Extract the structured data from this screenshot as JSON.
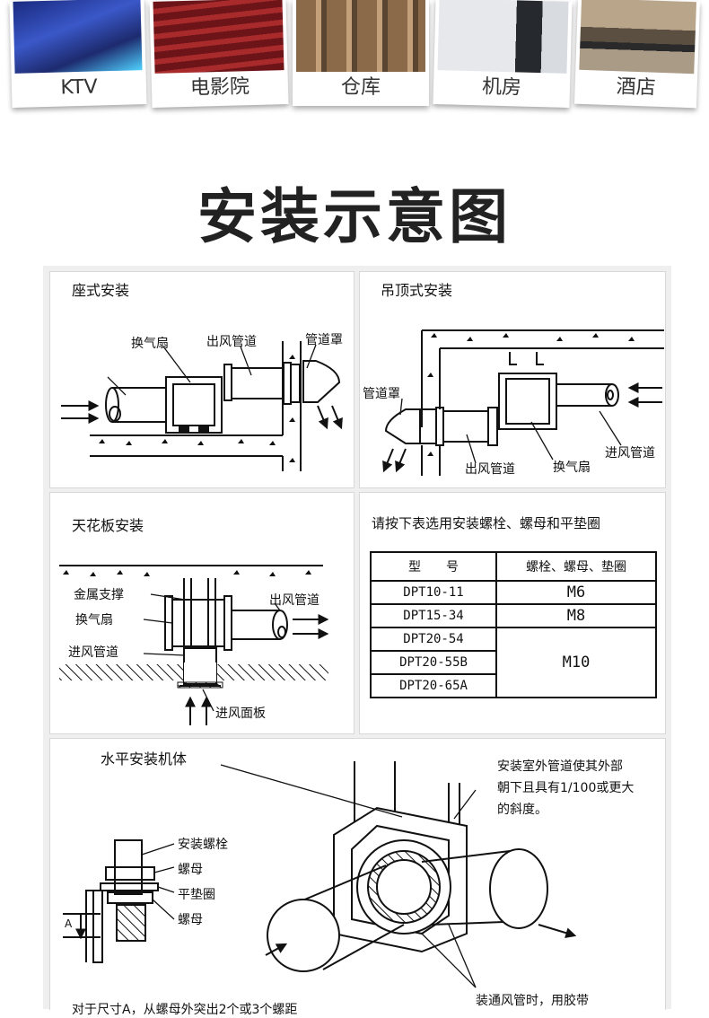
{
  "scenes": [
    {
      "label": "KTV",
      "color": "#2a3b8f",
      "accent": "#40c8ff"
    },
    {
      "label": "电影院",
      "color": "#8a1d22",
      "accent": "#d8453c"
    },
    {
      "label": "仓库",
      "color": "#7a5a3a",
      "accent": "#c99a6a"
    },
    {
      "label": "机房",
      "color": "#c9ccd2",
      "accent": "#33373d"
    },
    {
      "label": "酒店",
      "color": "#8a7c6a",
      "accent": "#2d2d2d"
    }
  ],
  "title": "安装示意图",
  "seat": {
    "title": "座式安装",
    "fan": "换气扇",
    "outlet": "出风管道",
    "cover": "管道罩"
  },
  "ceiling_hang": {
    "title": "吊顶式安装",
    "cover": "管道罩",
    "outlet": "出风管道",
    "fan": "换气扇",
    "inlet": "进风管道"
  },
  "ceiling": {
    "title": "天花板安装",
    "support": "金属支撑",
    "outlet": "出风管道",
    "fan": "换气扇",
    "inlet": "进风管道",
    "panel": "进风面板"
  },
  "spec": {
    "title": "请按下表选用安装螺栓、螺母和平垫圈",
    "head_model": "型　　号",
    "head_parts": "螺栓、螺母、垫圈",
    "rows": [
      {
        "model": "DPT10-11",
        "size": "M6"
      },
      {
        "model": "DPT15-34",
        "size": "M8"
      },
      {
        "model": "DPT20-54",
        "size": "M10"
      },
      {
        "model": "DPT20-55B",
        "size": ""
      },
      {
        "model": "DPT20-65A",
        "size": ""
      }
    ]
  },
  "horizontal": {
    "title": "水平安装机体",
    "note": "安装室外管道使其外部朝下且具有1/100或更大的斜度。",
    "note_lines": [
      "安装室外管道使其外部",
      "朝下且具有1/100或更大",
      "的斜度。"
    ],
    "bolt": "安装螺栓",
    "nut1": "螺母",
    "washer": "平垫圈",
    "nut2": "螺母",
    "dim": "A",
    "tape": "装通风管时，用胶带",
    "bottom_cut": "对于尺寸A，从螺母外突出2个或3个螺距"
  }
}
